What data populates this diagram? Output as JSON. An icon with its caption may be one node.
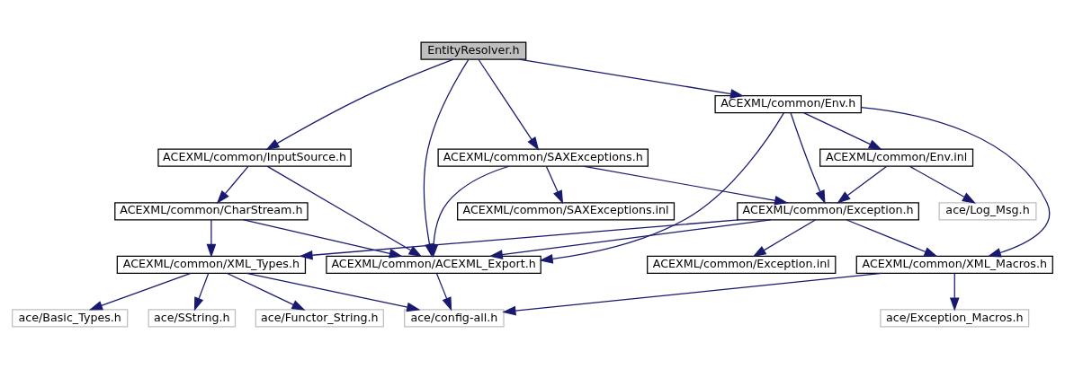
{
  "diagram": {
    "nodes": [
      {
        "text": [
          "EntityResolver.h"
        ]
      },
      {
        "text": [
          "ACEXML/common/Env.h"
        ]
      },
      {
        "text": [
          "ACEXML/common/InputSource.h"
        ]
      },
      {
        "text": [
          "ACEXML/common/SAXExceptions.h"
        ]
      },
      {
        "text": [
          "ACEXML/common/Env.inl"
        ]
      },
      {
        "text": [
          "ACEXML/common/CharStream.h"
        ]
      },
      {
        "text": [
          "ACEXML/common/SAXExceptions.inl"
        ]
      },
      {
        "text": [
          "ACEXML/common/Exception.h"
        ]
      },
      {
        "text": [
          "ace/Log_Msg.h"
        ]
      },
      {
        "text": [
          "ACEXML/common/XML_Types.h"
        ]
      },
      {
        "text": [
          "ACEXML/common/ACEXML_Export.h"
        ]
      },
      {
        "text": [
          "ACEXML/common/Exception.inl"
        ]
      },
      {
        "text": [
          "ACEXML/common/XML_Macros.h"
        ]
      },
      {
        "text": [
          "ace/Functor_String.h"
        ]
      },
      {
        "text": [
          "ace/Basic_Types.h"
        ]
      },
      {
        "text": [
          "ace/SString.h"
        ]
      },
      {
        "text": [
          "ace/config-all.h"
        ]
      },
      {
        "text": [
          "ace/Exception_Macros.h"
        ]
      }
    ],
    "edges": [
      {
        "from": 0,
        "to": 2,
        "arrow": "to"
      },
      {
        "from": 0,
        "to": 3,
        "arrow": "to"
      },
      {
        "from": 0,
        "to": 10,
        "arrow": "to"
      },
      {
        "from": 0,
        "to": 1,
        "arrow": "to"
      },
      {
        "from": 1,
        "to": 10,
        "arrow": "to"
      },
      {
        "from": 1,
        "to": 7,
        "arrow": "to"
      },
      {
        "from": 1,
        "to": 4,
        "arrow": "to"
      },
      {
        "from": 1,
        "to": 12,
        "arrow": "to"
      },
      {
        "from": 2,
        "to": 5,
        "arrow": "to"
      },
      {
        "from": 2,
        "to": 10,
        "arrow": "to"
      },
      {
        "from": 3,
        "to": 10,
        "arrow": "to"
      },
      {
        "from": 3,
        "to": 6,
        "arrow": "to"
      },
      {
        "from": 3,
        "to": 7,
        "arrow": "to"
      },
      {
        "from": 4,
        "to": 7,
        "arrow": "to"
      },
      {
        "from": 4,
        "to": 8,
        "arrow": "to"
      },
      {
        "from": 5,
        "to": 9,
        "arrow": "to"
      },
      {
        "from": 5,
        "to": 10,
        "arrow": "to"
      },
      {
        "from": 7,
        "to": 9,
        "arrow": "to"
      },
      {
        "from": 7,
        "to": 10,
        "arrow": "to"
      },
      {
        "from": 7,
        "to": 11,
        "arrow": "to"
      },
      {
        "from": 7,
        "to": 12,
        "arrow": "to"
      },
      {
        "from": 9,
        "to": 13,
        "arrow": "to"
      },
      {
        "from": 9,
        "to": 14,
        "arrow": "to"
      },
      {
        "from": 9,
        "to": 15,
        "arrow": "to"
      },
      {
        "from": 9,
        "to": 16,
        "arrow": "to"
      },
      {
        "from": 10,
        "to": 16,
        "arrow": "to"
      },
      {
        "from": 12,
        "to": 16,
        "arrow": "to"
      },
      {
        "from": 12,
        "to": 17,
        "arrow": "to"
      }
    ]
  }
}
